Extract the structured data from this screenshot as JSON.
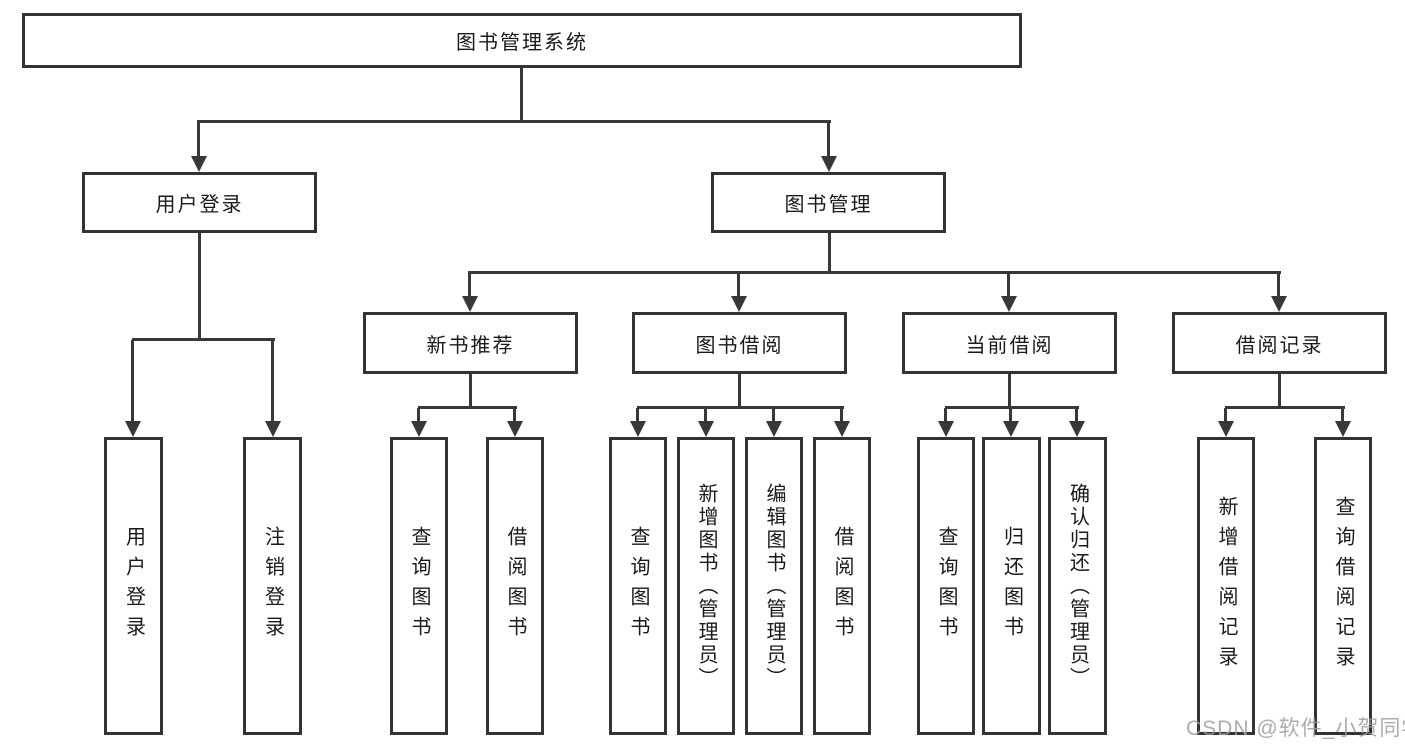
{
  "diagram": {
    "root": "图书管理系统",
    "branches": {
      "user_login": {
        "label": "用户登录",
        "children": [
          "用户登录",
          "注销登录"
        ]
      },
      "book_management": {
        "label": "图书管理",
        "children": {
          "new_book_recommend": {
            "label": "新书推荐",
            "children": [
              "查询图书",
              "借阅图书"
            ]
          },
          "book_borrow": {
            "label": "图书借阅",
            "children": [
              "查询图书",
              "新增图书（管理员）",
              "编辑图书（管理员）",
              "借阅图书"
            ]
          },
          "current_borrow": {
            "label": "当前借阅",
            "children": [
              "查询图书",
              "归还图书",
              "确认归还（管理员）"
            ]
          },
          "borrow_record": {
            "label": "借阅记录",
            "children": [
              "新增借阅记录",
              "查询借阅记录"
            ]
          }
        }
      }
    }
  },
  "watermark": "CSDN @软件_小贺同学",
  "colors": {
    "line": "#383838",
    "box_border": "#333333",
    "text": "#1a1a1a",
    "watermark": "#9e9e9e",
    "background": "#ffffff"
  }
}
